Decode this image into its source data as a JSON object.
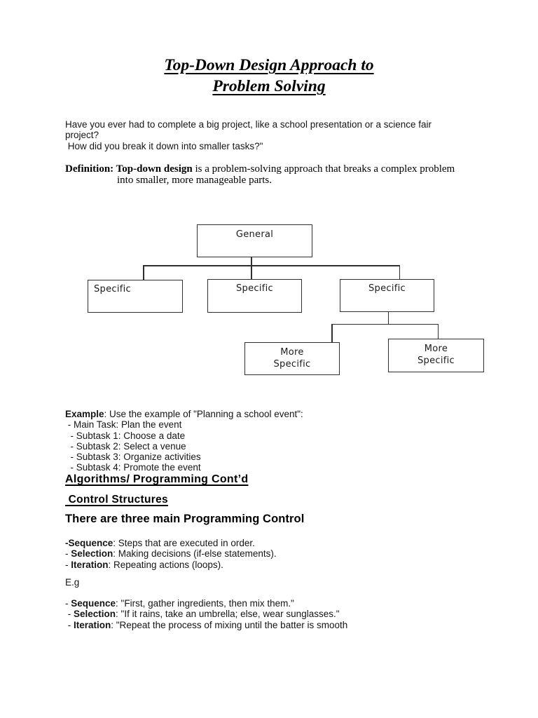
{
  "colors": {
    "background": "#ffffff",
    "text": "#000000",
    "diagram_line": "#2f2f2f"
  },
  "title": {
    "line1": "Top-Down Design Approach to",
    "line2": "Problem Solving"
  },
  "intro": {
    "line1": "Have you ever had to complete a big project, like a school presentation or a science fair",
    "line2": "project?",
    "line3": " How did you break it down into smaller tasks?\""
  },
  "definition": {
    "label": "Definition: ",
    "term": "Top-down design",
    "rest": " is a problem-solving approach that breaks a complex problem",
    "line2": "into smaller, more manageable parts."
  },
  "diagram": {
    "root": "General",
    "child1": "Specific",
    "child2": "Specific",
    "child3": "Specific",
    "grandchild1": "More\nSpecific",
    "grandchild2": "More\nSpecific"
  },
  "example": {
    "label": "Example",
    "intro": ": Use the example of \"Planning a school event\":",
    "items": [
      " - Main Task: Plan the event",
      "  - Subtask 1: Choose a date",
      "  - Subtask 2: Select a venue",
      "  - Subtask 3: Organize activities",
      "  - Subtask 4: Promote the event"
    ]
  },
  "headings": {
    "algorithms": "Algorithms/ Programming Cont’d",
    "control": " Control Structures",
    "three": "There are three main Programming Control"
  },
  "controls": {
    "items": [
      {
        "pre": "",
        "b": "-Sequence",
        "rest": ": Steps that are executed in order."
      },
      {
        "pre": "- ",
        "b": "Selection",
        "rest": ": Making decisions (if-else statements)."
      },
      {
        "pre": "- ",
        "b": "Iteration",
        "rest": ": Repeating actions (loops)."
      }
    ]
  },
  "eg": "E.g",
  "control_examples": {
    "items": [
      {
        "pre": "- ",
        "b": "Sequence",
        "rest": ": \"First, gather ingredients, then mix them.\""
      },
      {
        "pre": " - ",
        "b": "Selection",
        "rest": ": \"If it rains, take an umbrella; else, wear sunglasses.\""
      },
      {
        "pre": " - ",
        "b": "Iteration",
        "rest": ": \"Repeat the process of mixing until the batter is smooth"
      }
    ]
  }
}
